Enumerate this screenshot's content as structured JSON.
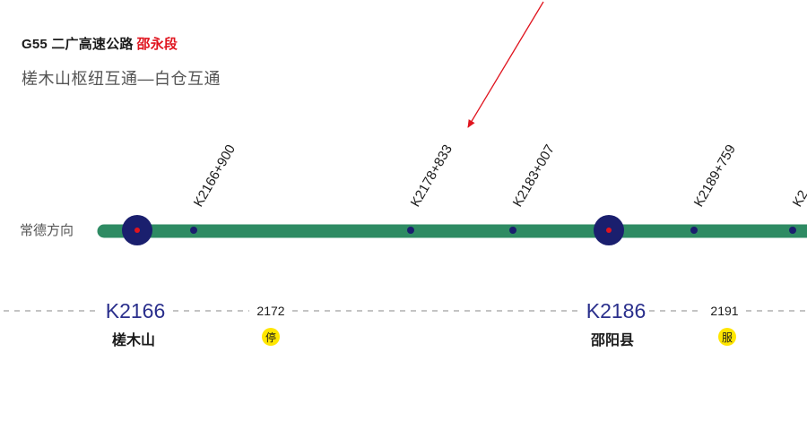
{
  "header": {
    "road": "G55 二广高速公路",
    "segment": "邵永段",
    "subtitle": "槎木山枢纽互通—白仓互通"
  },
  "direction_label": "常德方向",
  "kilometer_markers": [
    "K2166+900",
    "K2178+833",
    "K2183+007",
    "K2189+759",
    "K2"
  ],
  "interchanges": [
    {
      "code": "K2166",
      "name": "槎木山"
    },
    {
      "code": "K2186",
      "name": "邵阳县"
    }
  ],
  "facilities": [
    {
      "km": "2172",
      "type": "停"
    },
    {
      "km": "2191",
      "type": "服"
    }
  ],
  "colors": {
    "route": "#2e8b63",
    "node": "#1a1f6e",
    "accent_red": "#e0141e",
    "facility_badge": "#ffe600",
    "code_text": "#2a2f8c"
  }
}
